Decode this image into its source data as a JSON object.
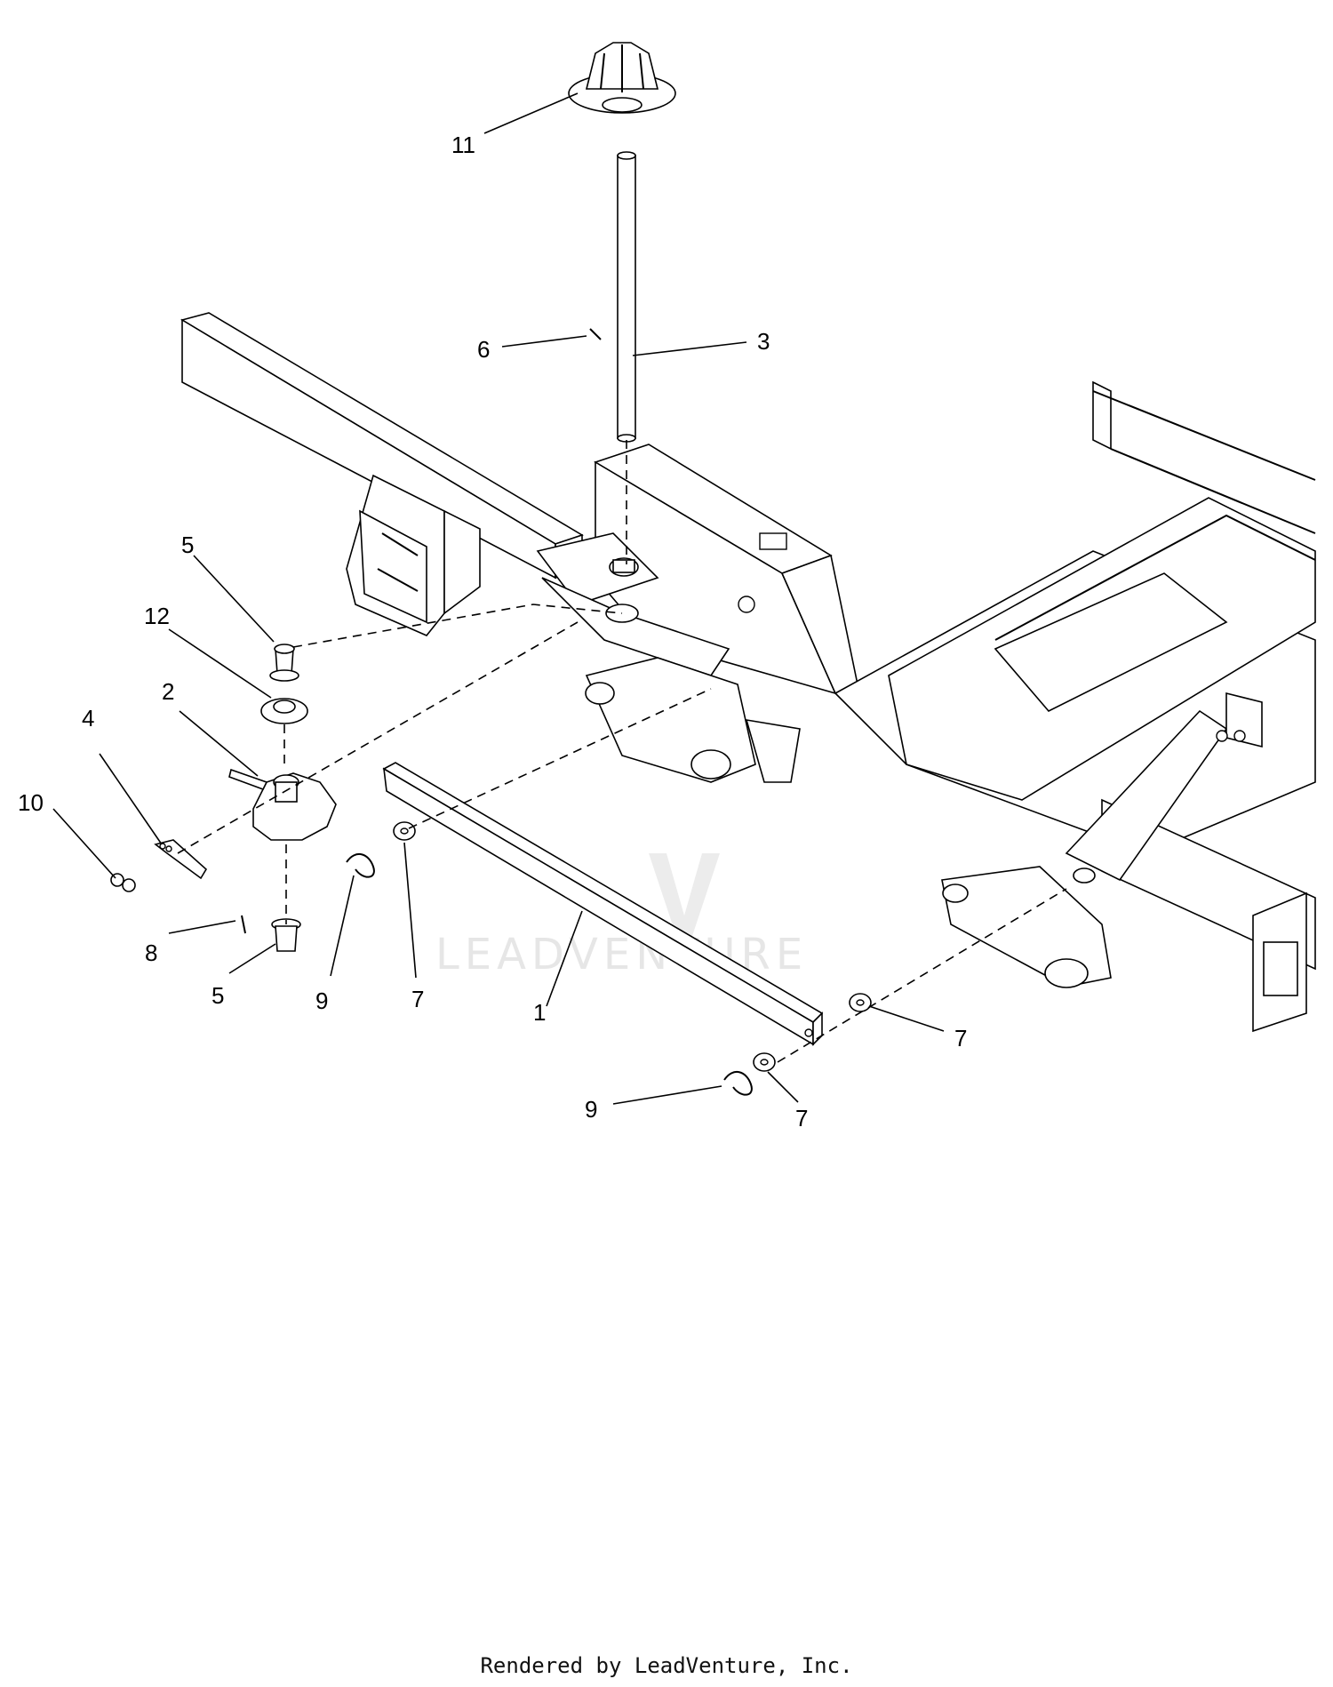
{
  "callouts": {
    "c1": "1",
    "c2": "2",
    "c3": "3",
    "c4": "4",
    "c5a": "5",
    "c5b": "5",
    "c6": "6",
    "c7a": "7",
    "c7b": "7",
    "c7c": "7",
    "c8": "8",
    "c9a": "9",
    "c9b": "9",
    "c10": "10",
    "c11": "11",
    "c12": "12"
  },
  "watermark": "LEADVENTURE",
  "footer": "Rendered by LeadVenture, Inc."
}
